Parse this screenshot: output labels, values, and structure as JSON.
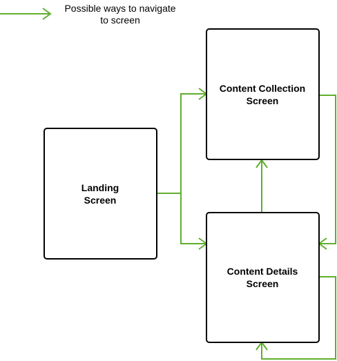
{
  "legend": {
    "line1": "Possible ways to navigate",
    "line2": "to screen"
  },
  "nodes": {
    "landing": {
      "line1": "Landing",
      "line2": "Screen"
    },
    "collection": {
      "line1": "Content Collection",
      "line2": "Screen"
    },
    "details": {
      "line1": "Content Details",
      "line2": "Screen"
    }
  },
  "colors": {
    "arrow": "#5fae2e",
    "box_border": "#000000",
    "box_fill": "#ffffff"
  }
}
